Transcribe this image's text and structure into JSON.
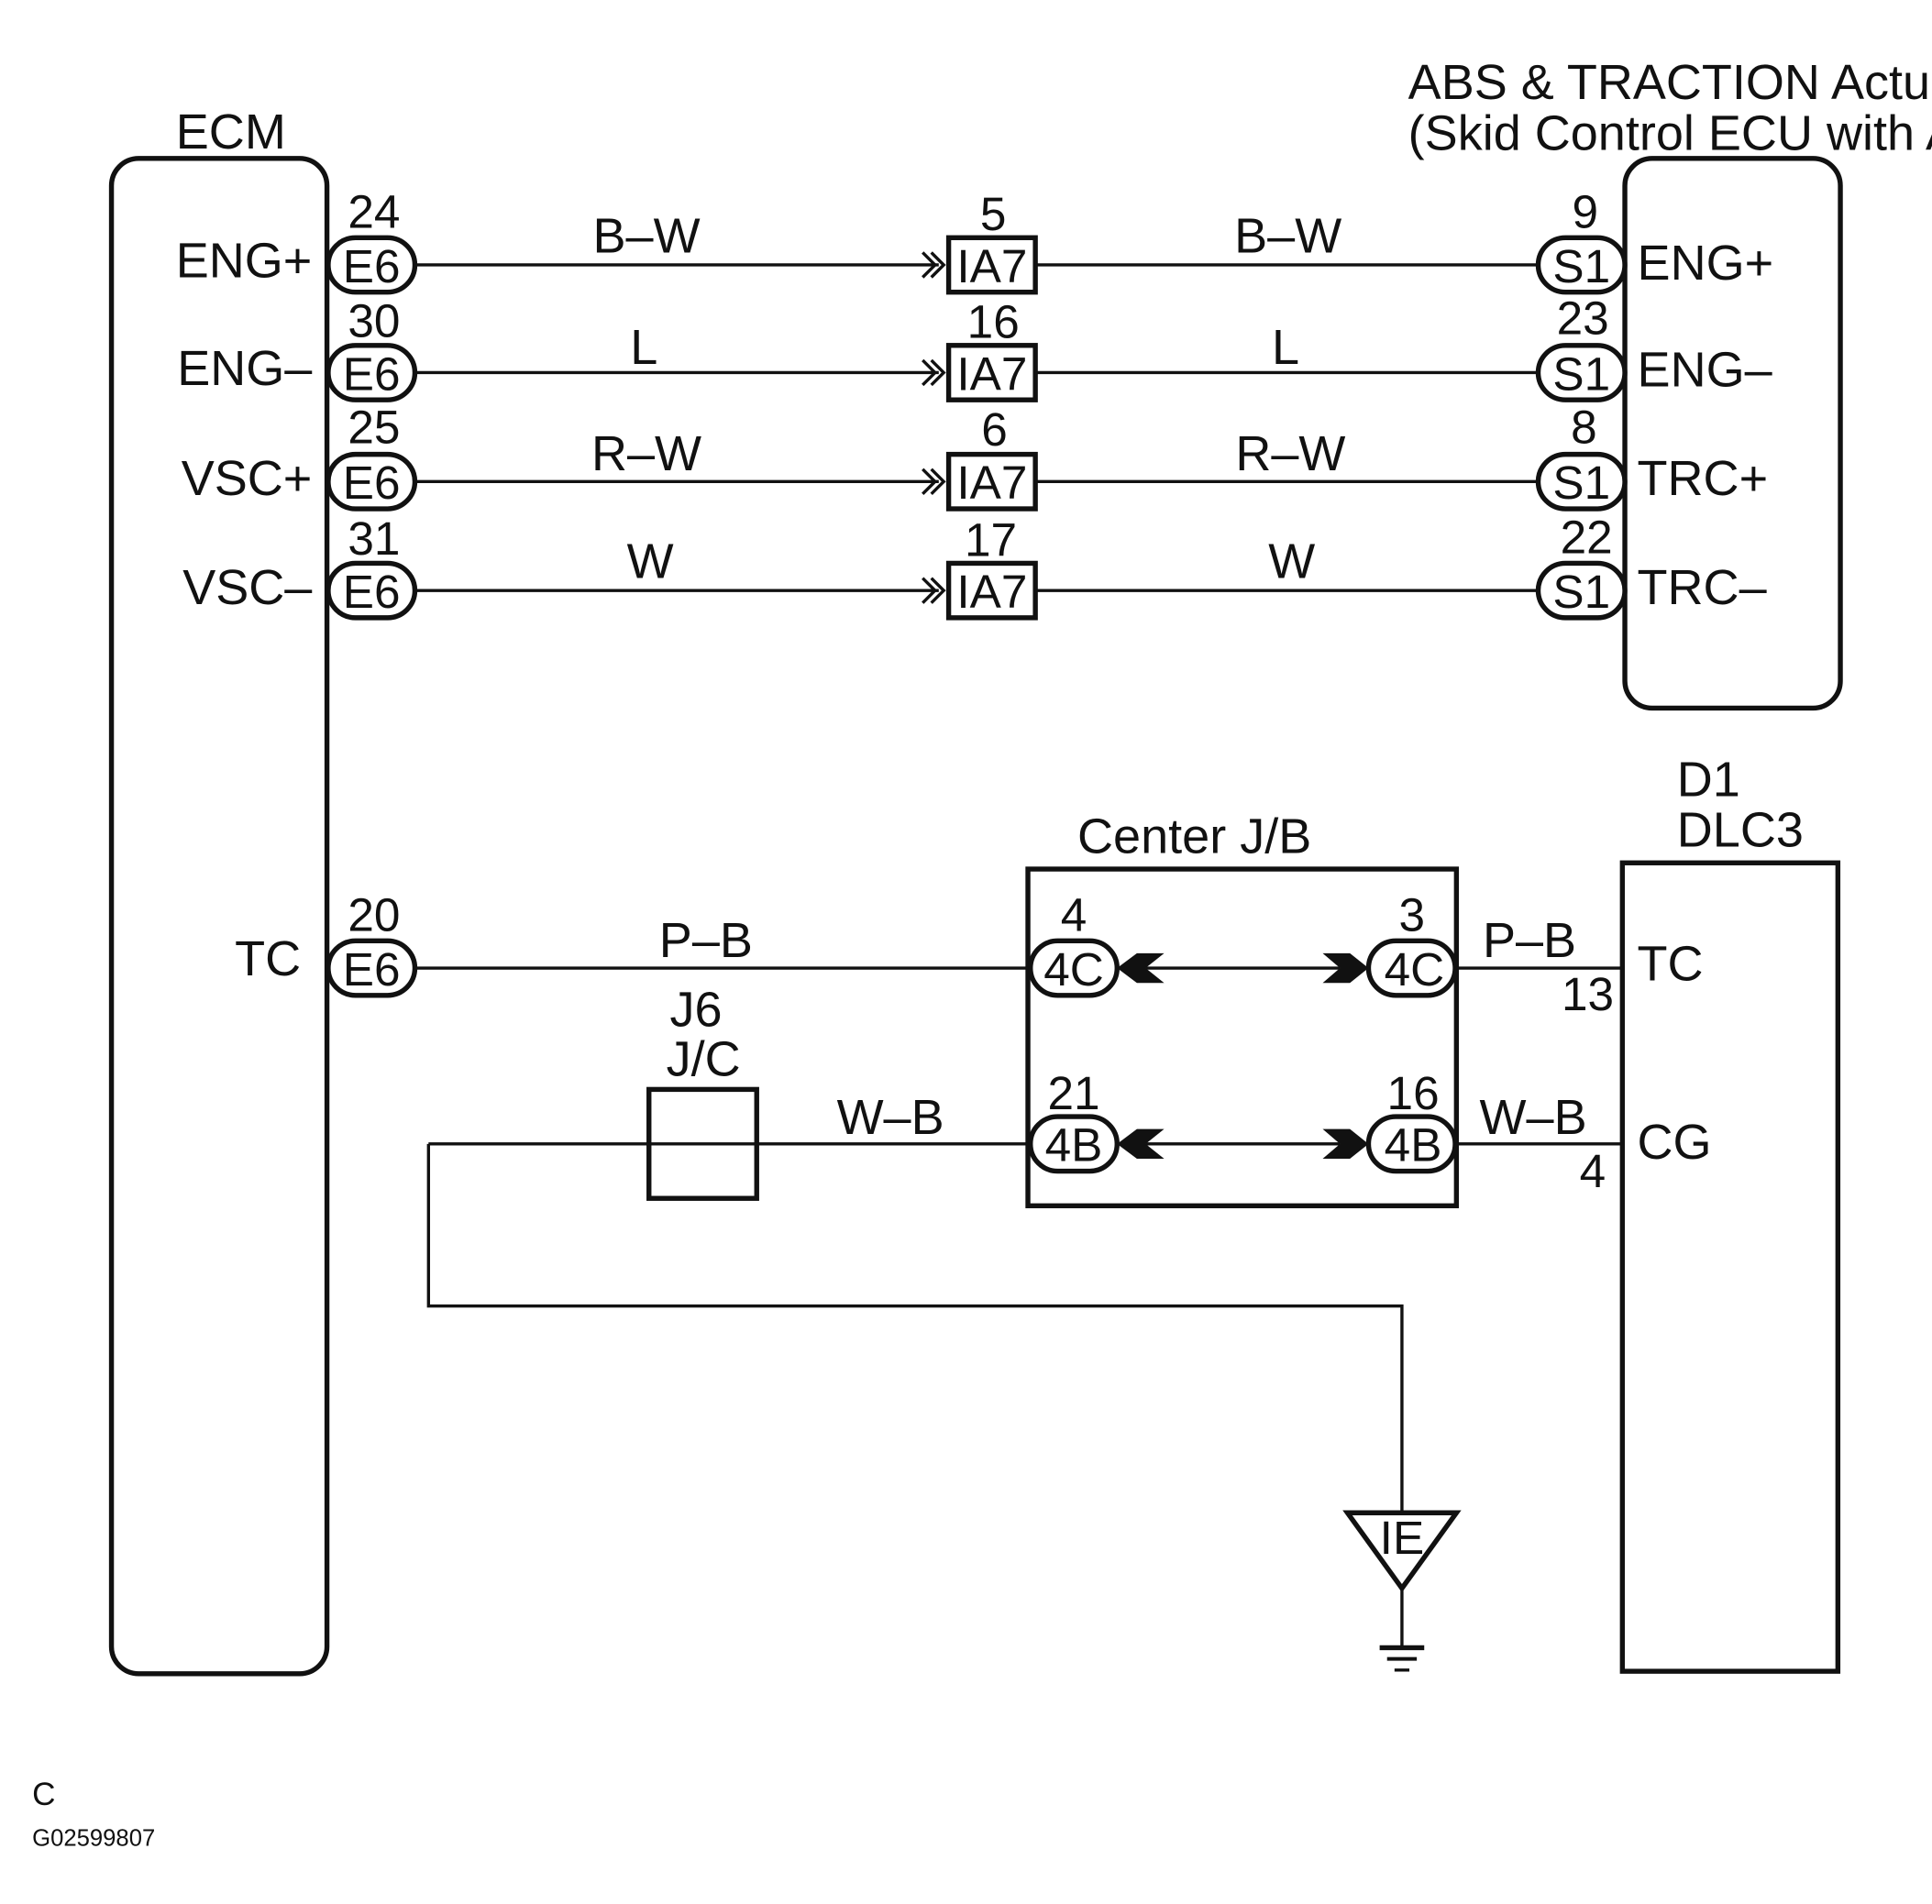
{
  "ecm": {
    "title": "ECM"
  },
  "actuator": {
    "title_line1": "ABS & TRACTION Actuator As",
    "title_line2": "(Skid Control ECU with Actuat"
  },
  "dlc": {
    "ref": "D1",
    "name": "DLC3"
  },
  "center_jb": {
    "title": "Center J/B"
  },
  "jc": {
    "ref": "J6",
    "name": "J/C"
  },
  "ground": {
    "label": "IE"
  },
  "signal_rows": [
    {
      "ecm_label": "ENG+",
      "ecm_pin": "24",
      "ecm_conn": "E6",
      "wire1": "B–W",
      "mid_pin": "5",
      "mid_conn": "IA7",
      "wire2": "B–W",
      "act_pin": "9",
      "act_conn": "S1",
      "act_label": "ENG+"
    },
    {
      "ecm_label": "ENG–",
      "ecm_pin": "30",
      "ecm_conn": "E6",
      "wire1": "L",
      "mid_pin": "16",
      "mid_conn": "IA7",
      "wire2": "L",
      "act_pin": "23",
      "act_conn": "S1",
      "act_label": "ENG–"
    },
    {
      "ecm_label": "VSC+",
      "ecm_pin": "25",
      "ecm_conn": "E6",
      "wire1": "R–W",
      "mid_pin": "6",
      "mid_conn": "IA7",
      "wire2": "R–W",
      "act_pin": "8",
      "act_conn": "S1",
      "act_label": "TRC+"
    },
    {
      "ecm_label": "VSC–",
      "ecm_pin": "31",
      "ecm_conn": "E6",
      "wire1": "W",
      "mid_pin": "17",
      "mid_conn": "IA7",
      "wire2": "W",
      "act_pin": "22",
      "act_conn": "S1",
      "act_label": "TRC–"
    }
  ],
  "tc_row": {
    "ecm_label": "TC",
    "ecm_pin": "20",
    "ecm_conn": "E6",
    "wire1": "P–B",
    "jb_in_pin": "4",
    "jb_in_conn": "4C",
    "jb_out_pin": "3",
    "jb_out_conn": "4C",
    "wire2": "P–B",
    "dlc_label": "TC",
    "dlc_pin": "13"
  },
  "cg_row": {
    "wire1": "W–B",
    "jb_in_pin": "21",
    "jb_in_conn": "4B",
    "jb_out_pin": "16",
    "jb_out_conn": "4B",
    "wire2": "W–B",
    "dlc_label": "CG",
    "dlc_pin": "4"
  },
  "footer": {
    "letter": "C",
    "code": "G02599807"
  }
}
